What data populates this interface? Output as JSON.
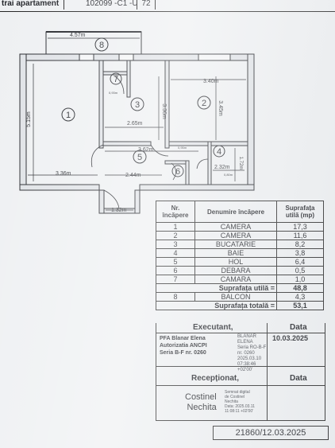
{
  "header": {
    "label": "trai apartament",
    "cadastral_code": "102099 -C1 -U",
    "unit_number": "72"
  },
  "plan": {
    "dimensions": {
      "balcony_width": "4.57m",
      "room2_width": "3.40m",
      "room3_height": "3.36m",
      "room2_height": "3.45m",
      "room1_height": "5.15m",
      "kitchen_width": "2.65m",
      "hall_width": "3.62m",
      "room1_width": "3.36m",
      "hall_length": "2.44m",
      "bath_width": "2.32m",
      "bath_height": "1.72m",
      "entry_width": "1.32m",
      "small_1": "0,93m",
      "small_2": "0,95m",
      "small_3": "0,80m"
    },
    "room_numbers": [
      "1",
      "2",
      "3",
      "4",
      "5",
      "6",
      "7",
      "8"
    ]
  },
  "table": {
    "col_nr": "Nr. încăpere",
    "col_name": "Denumire încăpere",
    "col_area": "Suprafața utilă (mp)",
    "rows": [
      {
        "nr": "1",
        "name": "CAMERA",
        "area": "17,3"
      },
      {
        "nr": "2",
        "name": "CAMERA",
        "area": "11,6"
      },
      {
        "nr": "3",
        "name": "BUCATARIE",
        "area": "8,2"
      },
      {
        "nr": "4",
        "name": "BAIE",
        "area": "3,8"
      },
      {
        "nr": "5",
        "name": "HOL",
        "area": "6,4"
      },
      {
        "nr": "6",
        "name": "DEBARA",
        "area": "0,5"
      },
      {
        "nr": "7",
        "name": "CAMARA",
        "area": "1,0"
      }
    ],
    "useful_label": "Suprafața utilă =",
    "useful_value": "48,8",
    "balcony": {
      "nr": "8",
      "name": "BALCON",
      "area": "4,3"
    },
    "total_label": "Suprafața totală =",
    "total_value": "53,1"
  },
  "executant": {
    "title": "Executant,",
    "date_title": "Data",
    "line1": "PFA Blanar Elena",
    "line2": "Autorizatia ANCPI",
    "line3": "Seria B-F nr. 0260",
    "sig_name1": "BLANAR",
    "sig_name2": "ELENA",
    "sig_l1": "Seria RO-B-F",
    "sig_l2": "nr. 0260",
    "sig_l3": "2025.03.10",
    "sig_l4": "07:38:46",
    "sig_l5": "+02'00'",
    "date": "10.03.2025"
  },
  "receptionat": {
    "title": "Recepționat,",
    "date_title": "Data",
    "name1": "Costinel",
    "name2": "Nechita",
    "sig_l1": "Semnat digital",
    "sig_l2": "de Costinel",
    "sig_l3": "Nechita",
    "sig_l4": "Data: 2025.03.11",
    "sig_l5": "11:08:11 +02'00'"
  },
  "stamp": "21860/12.03.2025"
}
